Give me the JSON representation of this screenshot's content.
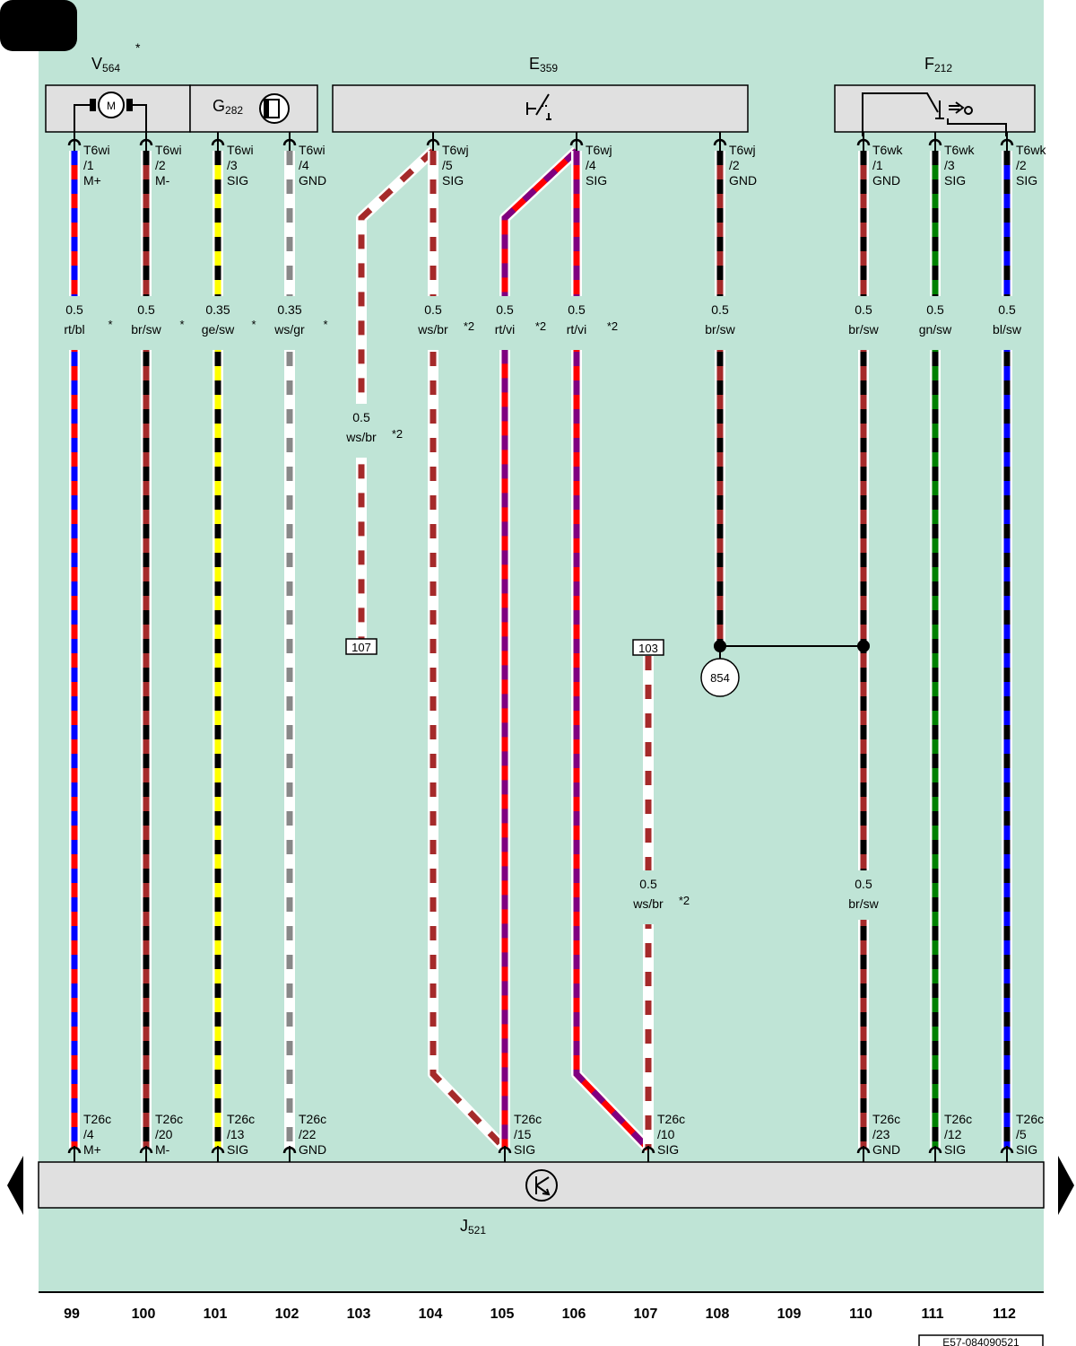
{
  "components": {
    "v564": {
      "letter": "V",
      "sub": "564",
      "mark": "*"
    },
    "g282": {
      "letter": "G",
      "sub": "282"
    },
    "e359": {
      "letter": "E",
      "sub": "359"
    },
    "f212": {
      "letter": "F",
      "sub": "212"
    },
    "j521": {
      "letter": "J",
      "sub": "521"
    }
  },
  "motor_symbol": "M",
  "wires": [
    {
      "col": 99,
      "top": [
        "T6wi",
        "/1",
        "M+"
      ],
      "bottom": [
        "T26c",
        "/4",
        "M+"
      ],
      "gauge": "0.5",
      "color": "rt/bl",
      "note": "*",
      "colors": [
        "#ff0000",
        "#0000ff"
      ]
    },
    {
      "col": 100,
      "top": [
        "T6wi",
        "/2",
        "M-"
      ],
      "bottom": [
        "T26c",
        "/20",
        "M-"
      ],
      "gauge": "0.5",
      "color": "br/sw",
      "note": "*",
      "colors": [
        "#a52a2a",
        "#000000"
      ]
    },
    {
      "col": 101,
      "top": [
        "T6wi",
        "/3",
        "SIG"
      ],
      "bottom": [
        "T26c",
        "/13",
        "SIG"
      ],
      "gauge": "0.35",
      "color": "ge/sw",
      "note": "*",
      "colors": [
        "#ffff00",
        "#000000"
      ]
    },
    {
      "col": 102,
      "top": [
        "T6wi",
        "/4",
        "GND"
      ],
      "bottom": [
        "T26c",
        "/22",
        "GND"
      ],
      "gauge": "0.35",
      "color": "ws/gr",
      "note": "*",
      "colors": [
        "#ffffff",
        "#888888"
      ]
    },
    {
      "col": 103,
      "gauge": "0.5",
      "color": "ws/br",
      "note": "*2",
      "ref": "107",
      "colors": [
        "#ffffff",
        "#a52a2a"
      ]
    },
    {
      "col": 104,
      "top": [
        "T6wj",
        "/5",
        "SIG"
      ],
      "gauge": "0.5",
      "color": "ws/br",
      "note": "*2",
      "colors": [
        "#ffffff",
        "#a52a2a"
      ]
    },
    {
      "col": 105,
      "bottom": [
        "T26c",
        "/15",
        "SIG"
      ],
      "gauge": "0.5",
      "color": "rt/vi",
      "note": "*2",
      "colors": [
        "#ff0000",
        "#800080"
      ]
    },
    {
      "col": 106,
      "top": [
        "T6wj",
        "/4",
        "SIG"
      ],
      "gauge": "0.5",
      "color": "rt/vi",
      "note": "*2",
      "colors": [
        "#ff0000",
        "#800080"
      ]
    },
    {
      "col": 107,
      "bottom": [
        "T26c",
        "/10",
        "SIG"
      ],
      "gauge": "0.5",
      "color": "ws/br",
      "note": "*2",
      "ref": "103",
      "colors": [
        "#ffffff",
        "#a52a2a"
      ]
    },
    {
      "col": 108,
      "top": [
        "T6wj",
        "/2",
        "GND"
      ],
      "gauge": "0.5",
      "color": "br/sw",
      "colors": [
        "#a52a2a",
        "#000000"
      ]
    },
    {
      "col": 110,
      "top": [
        "T6wk",
        "/1",
        "GND"
      ],
      "bottom": [
        "T26c",
        "/23",
        "GND"
      ],
      "gauge": "0.5",
      "color": "br/sw",
      "gauge2": "0.5",
      "color2": "br/sw",
      "colors": [
        "#a52a2a",
        "#000000"
      ]
    },
    {
      "col": 111,
      "top": [
        "T6wk",
        "/3",
        "SIG"
      ],
      "bottom": [
        "T26c",
        "/12",
        "SIG"
      ],
      "gauge": "0.5",
      "color": "gn/sw",
      "colors": [
        "#008000",
        "#000000"
      ]
    },
    {
      "col": 112,
      "top": [
        "T6wk",
        "/2",
        "SIG"
      ],
      "bottom": [
        "T26c",
        "/5",
        "SIG"
      ],
      "gauge": "0.5",
      "color": "bl/sw",
      "colors": [
        "#0000ff",
        "#000000"
      ]
    }
  ],
  "ground_point": "854",
  "columns": [
    "99",
    "100",
    "101",
    "102",
    "103",
    "104",
    "105",
    "106",
    "107",
    "108",
    "109",
    "110",
    "111",
    "112"
  ],
  "drawing_id": "E57-084090521",
  "colors": {
    "background": "#bfe4d6",
    "box_fill": "#e0e0e0"
  }
}
